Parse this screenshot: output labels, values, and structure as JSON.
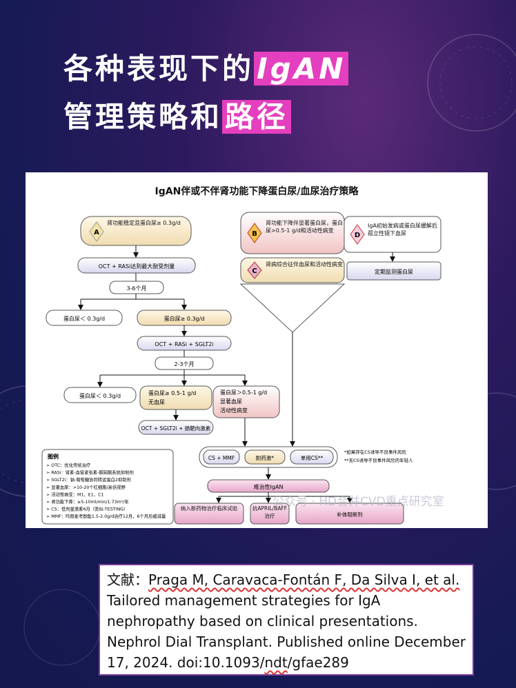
{
  "title": {
    "line1_prefix": "各种表现下的",
    "line1_highlight": "IgAN",
    "line2_prefix": "管理策略和",
    "line2_highlight": "路径"
  },
  "figure": {
    "title": "IgAN伴或不伴肾功能下降蛋白尿/血尿治疗策略",
    "box_a": "肾功能稳定且蛋白尿≥ 0.3g/d",
    "box_a_letter": "A",
    "box_b": "肾功能下降伴显著蛋白尿，蛋白尿>0.5-1 g/d和活动性病变",
    "box_b_letter": "B",
    "box_c": "肾病综合征伴血尿和活动性病变",
    "box_c_letter": "C",
    "box_d": "IgA初始发病或蛋白尿缓解后孤立性镜下血尿",
    "box_d_letter": "D",
    "step1": "OCT + RASi达到最大耐受剂量",
    "d_step": "定期监测蛋白尿",
    "interval1": "3-6个月",
    "left1": "蛋白尿＜ 0.3g/d",
    "right1": "蛋白尿≥ 0.3g/d",
    "step2": "OCT + RASi + SGLT2i",
    "interval2": "2-3个月",
    "left2": "蛋白尿＜ 0.3g/d",
    "mid2_a": "蛋白尿≥ 0.5-1 g/d",
    "mid2_b": "无血尿",
    "right2_a": "蛋白尿＞0.5-1 g/d",
    "right2_b": "显著血尿",
    "right2_c": "活动性病变",
    "step3": "OCT + SGLT2i + 肠靶向激素",
    "opt1": "CS + MMF",
    "opt2": "耐药激*",
    "opt3": "单用CS**",
    "note1": "*如果存在CS诱导不良事件风险",
    "note2": "**无CS诱导不良事件风险的年轻人",
    "refractory": "难治性IgAN",
    "final1": "纳入新药物治疗临床试验",
    "final2": "抗APRIL/BAFF治疗",
    "final3": "补体阻断剂",
    "legend_title": "图例",
    "legend_items": [
      "OTC：优化传统治疗",
      "RASi：肾素-血管紧张素-醛固酮系统抑制剂",
      "SGLT2i：钠-葡萄糖协同转运蛋白2抑制剂",
      "显著血尿：>10-20个红细胞/高倍视野",
      "活动性病变：M1、E1、C1",
      "肾功能下降：≥5-10ml/min/1.73m²/年",
      "CS：低剂量激素6月（类似-TESTING）",
      "MMF：吗替麦考酚酯1.5-2.0g/d治疗12月，6个月后缓减量"
    ]
  },
  "watermark": "公众号 · HD合并CVD重点研究室",
  "caption": {
    "label": "文献：",
    "authors": "Praga M, Caravaca-Fontán F, Da Silva I, et al.",
    "line2": "Tailored management strategies for IgA",
    "line3": "nephropathy based on clinical presentations.",
    "line4": "Nephrol Dial Transplant. Published online December",
    "line5_a": "17, 2024. doi:10.1093/",
    "line5_b": "ndt",
    "line5_c": "/gfae289"
  }
}
